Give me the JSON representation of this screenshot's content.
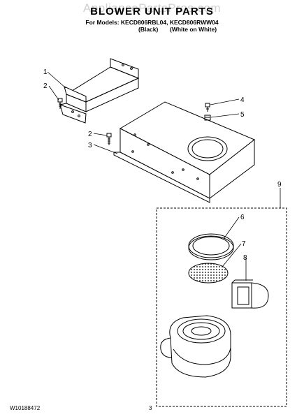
{
  "header": {
    "watermark": "AppliancePartsPros.com",
    "title": "BLOWER UNIT PARTS",
    "models_line": "For Models: KECD806RBL04, KECD806RWW04",
    "variant_black": "(Black)",
    "variant_white": "(White on White)"
  },
  "callouts": {
    "c1": "1",
    "c2a": "2",
    "c2b": "2",
    "c3": "3",
    "c4": "4",
    "c5": "5",
    "c6": "6",
    "c7": "7",
    "c8": "8",
    "c9": "9"
  },
  "footer": {
    "doc_number": "W10188472",
    "page_number": "3"
  }
}
